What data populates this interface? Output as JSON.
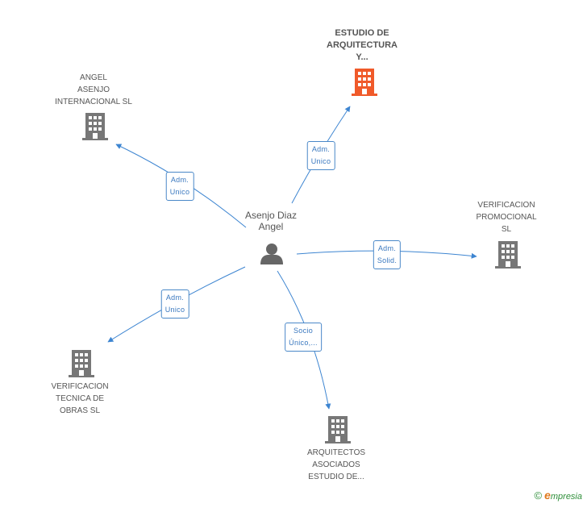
{
  "person": {
    "name": "Asenjo Diaz\nAngel"
  },
  "companies": {
    "estudio": {
      "name": "ESTUDIO DE\nARQUITECTURA\nY..."
    },
    "angel": {
      "name": "ANGEL\nASENJO\nINTERNACIONAL SL"
    },
    "verif_prom": {
      "name": "VERIFICACION\nPROMOCIONAL\nSL"
    },
    "verif_tec": {
      "name": "VERIFICACION\nTECNICA DE\nOBRAS SL"
    },
    "arquitectos": {
      "name": "ARQUITECTOS\nASOCIADOS\nESTUDIO DE..."
    }
  },
  "edges": {
    "estudio": "Adm.\nUnico",
    "angel": "Adm.\nUnico",
    "verif_prom": "Adm.\nSolid.",
    "verif_tec": "Adm.\nUnico",
    "arquitectos": "Socio\nÚnico,..."
  },
  "colors": {
    "edge": "#3d85d1",
    "building": "#777777",
    "building_main": "#f05a2a",
    "person": "#666666",
    "brand": "#2f8f3a"
  },
  "icons": {
    "building": "building-icon",
    "person": "person-icon",
    "copyright": "copyright-icon"
  },
  "footer": {
    "copyright": "©",
    "brand_initial": "e",
    "brand_rest": "mpresia"
  }
}
